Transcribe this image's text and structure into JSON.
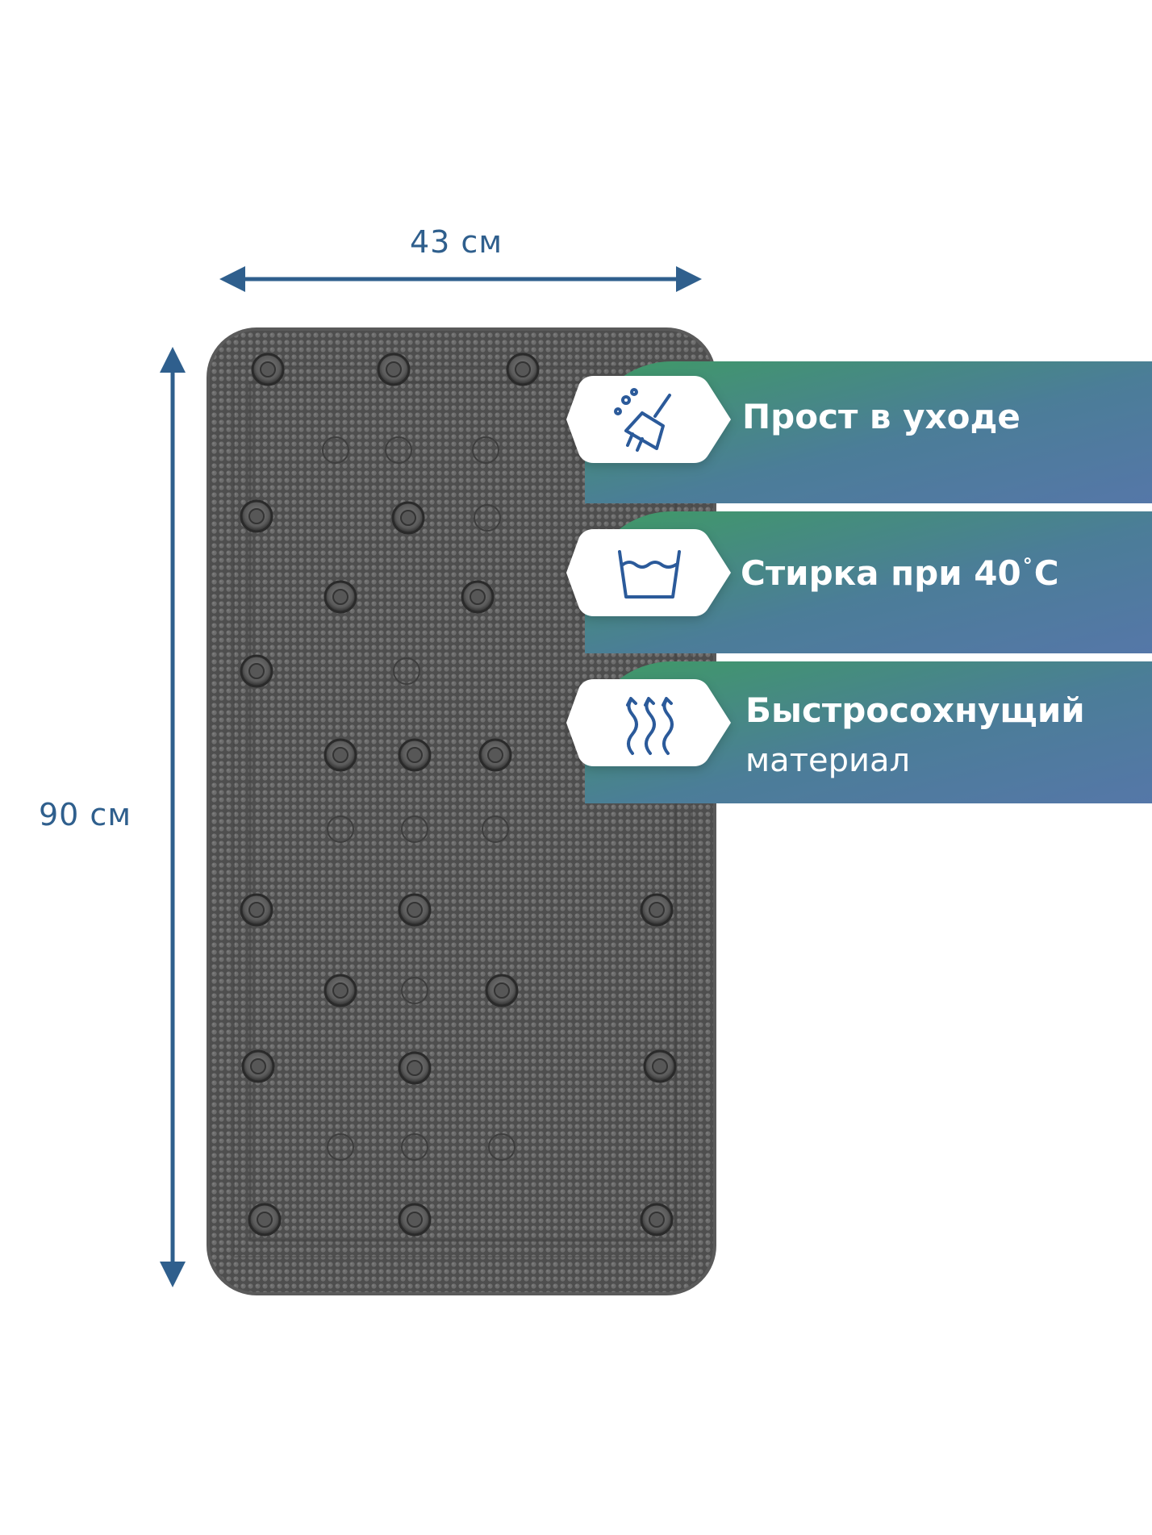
{
  "dimensions": {
    "width_label": "43 см",
    "height_label": "90 см"
  },
  "features": [
    {
      "icon": "broom-cleaning-icon",
      "title": "Прост в уходе",
      "subtitle": ""
    },
    {
      "icon": "wash-basin-icon",
      "title_prefix": "Стирка при 40",
      "degree": "°",
      "title_suffix": "C",
      "subtitle": ""
    },
    {
      "icon": "quick-dry-icon",
      "title": "Быстросохнущий",
      "subtitle": "материал"
    }
  ],
  "colors": {
    "dimension_blue": "#2f5f8d",
    "banner_green": "#3f8f6a",
    "banner_blue": "#4f7aa6",
    "mat_gray": "#5f5f5f",
    "icon_blue": "#2b5a9a"
  }
}
